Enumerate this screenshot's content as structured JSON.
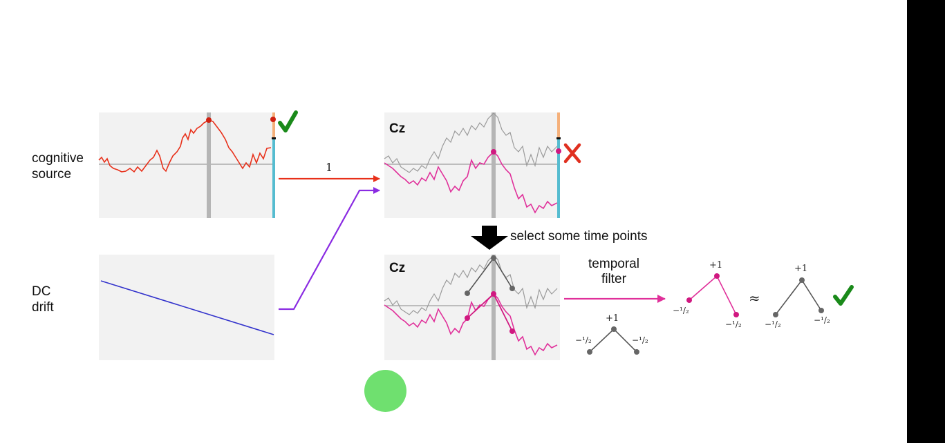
{
  "labels": {
    "cognitive_line1": "cognitive",
    "cognitive_line2": "source",
    "dc_line1": "DC",
    "dc_line2": "drift",
    "arrow_weight": "1",
    "cz_top": "Cz",
    "cz_bottom": "Cz",
    "select_caption": "select some time points",
    "temporal_line1": "temporal",
    "temporal_line2": "filter",
    "approx": "≈"
  },
  "filter_weights": {
    "plus_one": "+1",
    "minus_half": "−¹/₂"
  },
  "marks": {
    "check_mark": "✔",
    "cross_mark": "✘"
  },
  "colors": {
    "cognitive_signal": "#e8301a",
    "dc_drift": "#3333cc",
    "channel_signal": "#e0309a",
    "gray_signal": "#9a9a9a",
    "cyan_bar": "#55bcd0",
    "orange_bar": "#f5b07a",
    "purple_arrow": "#8a2be2",
    "check": "#1a8a1a",
    "cross": "#e03020",
    "panel_bg": "#f2f2f2"
  }
}
